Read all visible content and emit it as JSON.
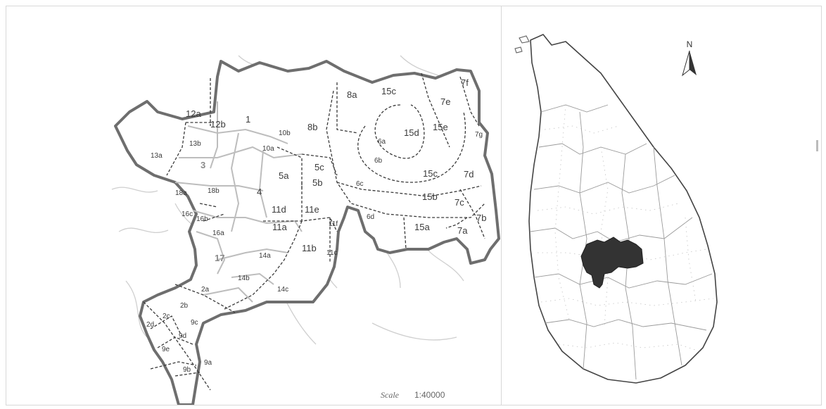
{
  "left_map": {
    "zones": [
      "1",
      "2a",
      "2b",
      "2c",
      "2d",
      "3",
      "4",
      "5a",
      "5b",
      "5c",
      "6a",
      "6b",
      "6c",
      "6d",
      "7a",
      "7b",
      "7c",
      "7d",
      "7e",
      "7f",
      "7g",
      "8a",
      "8b",
      "9a",
      "9b",
      "9c",
      "9d",
      "9e",
      "10a",
      "10b",
      "11a",
      "11b",
      "11c",
      "11d",
      "11e",
      "11f",
      "12a",
      "12b",
      "13a",
      "13b",
      "14a",
      "14b",
      "14c",
      "15a",
      "15b",
      "15c",
      "15c",
      "15d",
      "15e",
      "16a",
      "16b",
      "16c",
      "17",
      "18a",
      "18b"
    ],
    "scale_word": "Scale",
    "scale_value": "1:40000"
  },
  "right_map": {
    "north_label": "N"
  },
  "colors": {
    "boundary": "#6e6e6e",
    "roads": "#c8c8c8",
    "highlight": "#333333"
  }
}
